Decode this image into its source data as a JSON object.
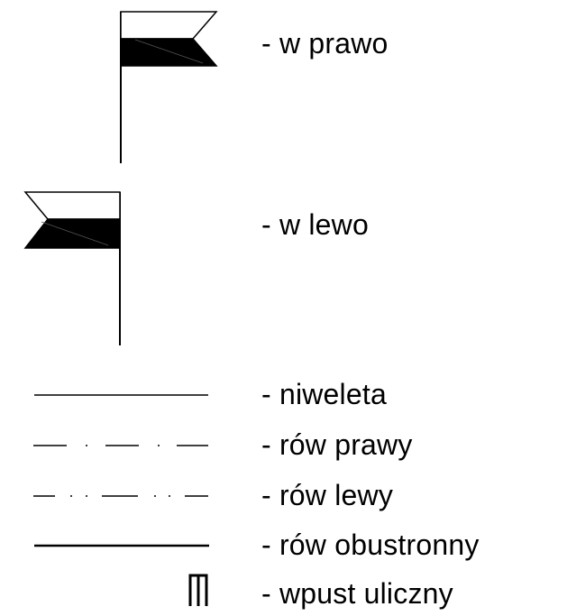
{
  "legend": {
    "items": [
      {
        "symbol": "flag-right-icon",
        "label": "- w prawo"
      },
      {
        "symbol": "flag-left-icon",
        "label": "- w lewo"
      },
      {
        "symbol": "thin-solid-line",
        "label": "- niweleta"
      },
      {
        "symbol": "dash-dot-line",
        "label": "- rów prawy"
      },
      {
        "symbol": "dash-dot-dot-line",
        "label": "- rów lewy"
      },
      {
        "symbol": "thick-solid-line",
        "label": "- rów obustronny"
      },
      {
        "symbol": "street-inlet-icon",
        "label": "- wpust uliczny"
      }
    ]
  },
  "colors": {
    "ink": "#000000",
    "background": "#ffffff"
  }
}
